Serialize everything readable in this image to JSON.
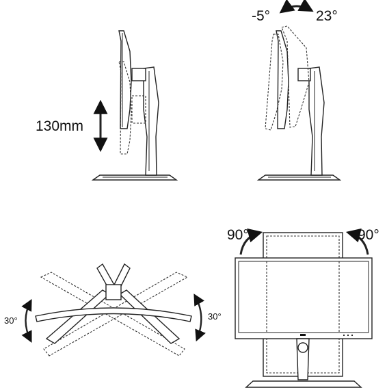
{
  "height_adjust": {
    "label": "130mm"
  },
  "tilt": {
    "forward_label": "-5°",
    "backward_label": "23°"
  },
  "swivel": {
    "left_label": "30°",
    "right_label": "30°"
  },
  "pivot": {
    "left_label": "90°",
    "right_label": "90°"
  },
  "colors": {
    "stroke": "#222222",
    "background": "#ffffff"
  }
}
